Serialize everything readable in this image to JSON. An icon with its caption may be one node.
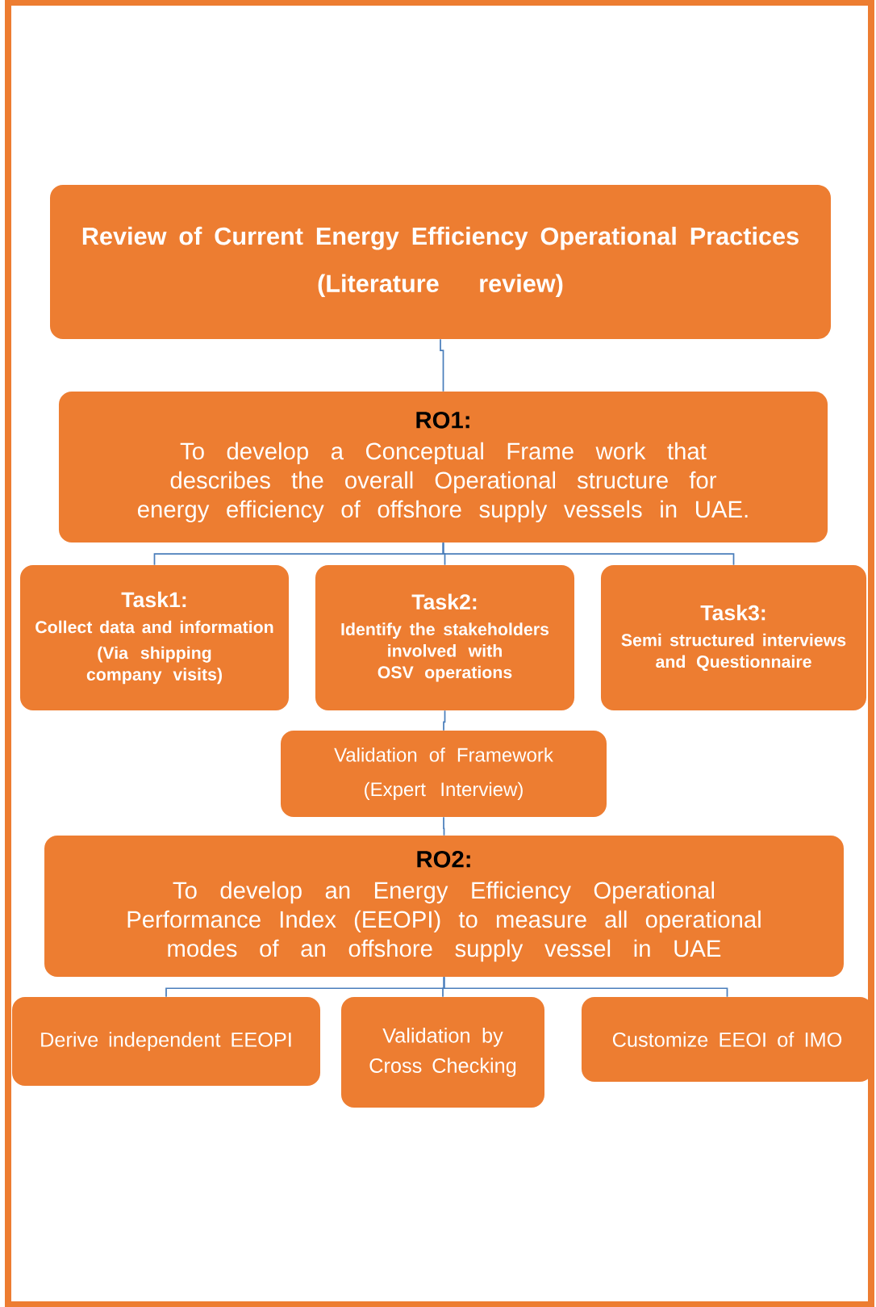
{
  "diagram": {
    "nodes": [
      {
        "text": [
          "Review of Current Energy Efficiency Operational Practices",
          "(Literature review)"
        ]
      },
      {
        "text": [
          "RO1:",
          "To develop a Conceptual Frame work that describes the overall Operational structure for energy efficiency of offshore supply vessels in UAE."
        ]
      },
      {
        "text": [
          "Task1:",
          "Collect data and information",
          "(Via shipping company visits)"
        ]
      },
      {
        "text": [
          "Task2:",
          "Identify the stakeholders involved with OSV operations"
        ]
      },
      {
        "text": [
          "Task3:",
          "Semi structured interviews and Questionnaire"
        ]
      },
      {
        "text": [
          "Validation of Framework",
          "(Expert Interview)"
        ]
      },
      {
        "text": [
          "RO2:",
          "To develop an Energy Efficiency Operational Performance Index (EEOPI) to measure all operational modes of an offshore supply vessel in UAE"
        ]
      },
      {
        "text": [
          "Derive independent EEOPI"
        ]
      },
      {
        "text": [
          "Validation by Cross Checking"
        ]
      },
      {
        "text": [
          "Customize EEOI of IMO"
        ]
      }
    ],
    "edges": [
      {
        "from": 0,
        "to": 1,
        "arrow": "none"
      },
      {
        "from": 1,
        "to": 2,
        "arrow": "none"
      },
      {
        "from": 1,
        "to": 3,
        "arrow": "none"
      },
      {
        "from": 1,
        "to": 4,
        "arrow": "none"
      },
      {
        "from": 3,
        "to": 5,
        "arrow": "none"
      },
      {
        "from": 5,
        "to": 6,
        "arrow": "none"
      },
      {
        "from": 6,
        "to": 7,
        "arrow": "none"
      },
      {
        "from": 6,
        "to": 8,
        "arrow": "none"
      },
      {
        "from": 6,
        "to": 9,
        "arrow": "none"
      }
    ]
  }
}
